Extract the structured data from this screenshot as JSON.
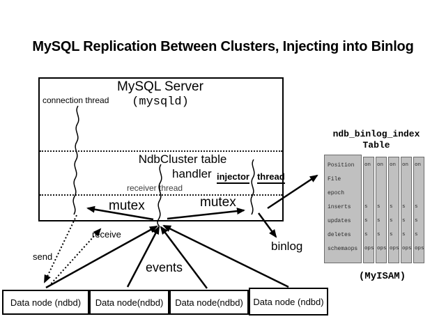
{
  "page_title": "MySQL Replication Between Clusters, Injecting into Binlog",
  "server": {
    "title": "MySQL Server",
    "process_name": "(mysqld)",
    "handler_title_line1": "NdbCluster table",
    "handler_title_line2": "handler",
    "connection_thread_label": "connection thread",
    "receiver_thread_label": "receiver thread",
    "injector_thread_word1": "injector",
    "injector_thread_word2": "thread",
    "mutex_left_label": "mutex",
    "mutex_right_label": "mutex"
  },
  "flows": {
    "send_label": "send",
    "receive_label": "receive",
    "events_label": "events",
    "binlog_label": "binlog"
  },
  "binlog_index_table": {
    "title_line1": "ndb_binlog_index",
    "title_line2": "Table",
    "row_labels": [
      "Position",
      "File",
      "epoch",
      "inserts",
      "updates",
      "deletes",
      "schemaops"
    ],
    "stacked_fragments": [
      "on",
      "",
      "",
      "s",
      "s",
      "s",
      "ops"
    ],
    "stack_count": 5,
    "engine_label": "(MyISAM)",
    "fill_color": "#c0c0c0",
    "border_color": "#6b6b6b"
  },
  "data_nodes": [
    {
      "label": "Data node (ndbd)"
    },
    {
      "label": "Data node(ndbd)"
    },
    {
      "label": "Data node(ndbd)"
    },
    {
      "label": "Data node (ndbd)"
    }
  ]
}
